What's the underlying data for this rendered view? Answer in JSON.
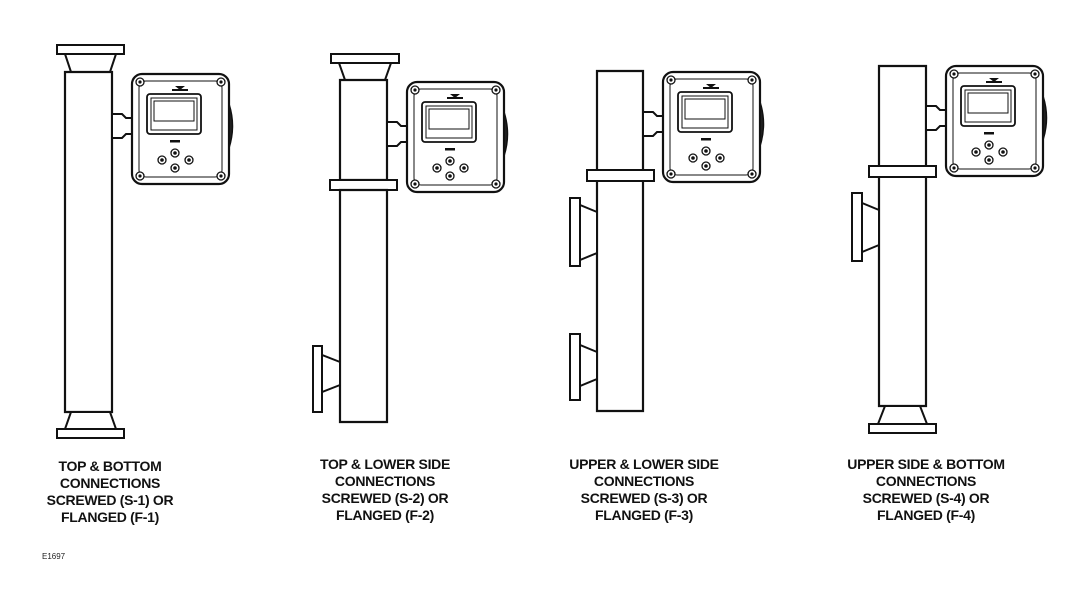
{
  "figure_code": "E1697",
  "colors": {
    "line": "#111111",
    "fill": "#ffffff"
  },
  "configurations": [
    {
      "id": "s1-f1",
      "caption": [
        "TOP & BOTTOM",
        "CONNECTIONS",
        "SCREWED (S-1) OR",
        "FLANGED (F-1)"
      ]
    },
    {
      "id": "s2-f2",
      "caption": [
        "TOP & LOWER SIDE",
        "CONNECTIONS",
        "SCREWED (S-2) OR",
        "FLANGED (F-2)"
      ]
    },
    {
      "id": "s3-f3",
      "caption": [
        "UPPER & LOWER SIDE",
        "CONNECTIONS",
        "SCREWED (S-3) OR",
        "FLANGED (F-3)"
      ]
    },
    {
      "id": "s4-f4",
      "caption": [
        "UPPER SIDE & BOTTOM",
        "CONNECTIONS",
        "SCREWED (S-4) OR",
        "FLANGED (F-4)"
      ]
    }
  ]
}
